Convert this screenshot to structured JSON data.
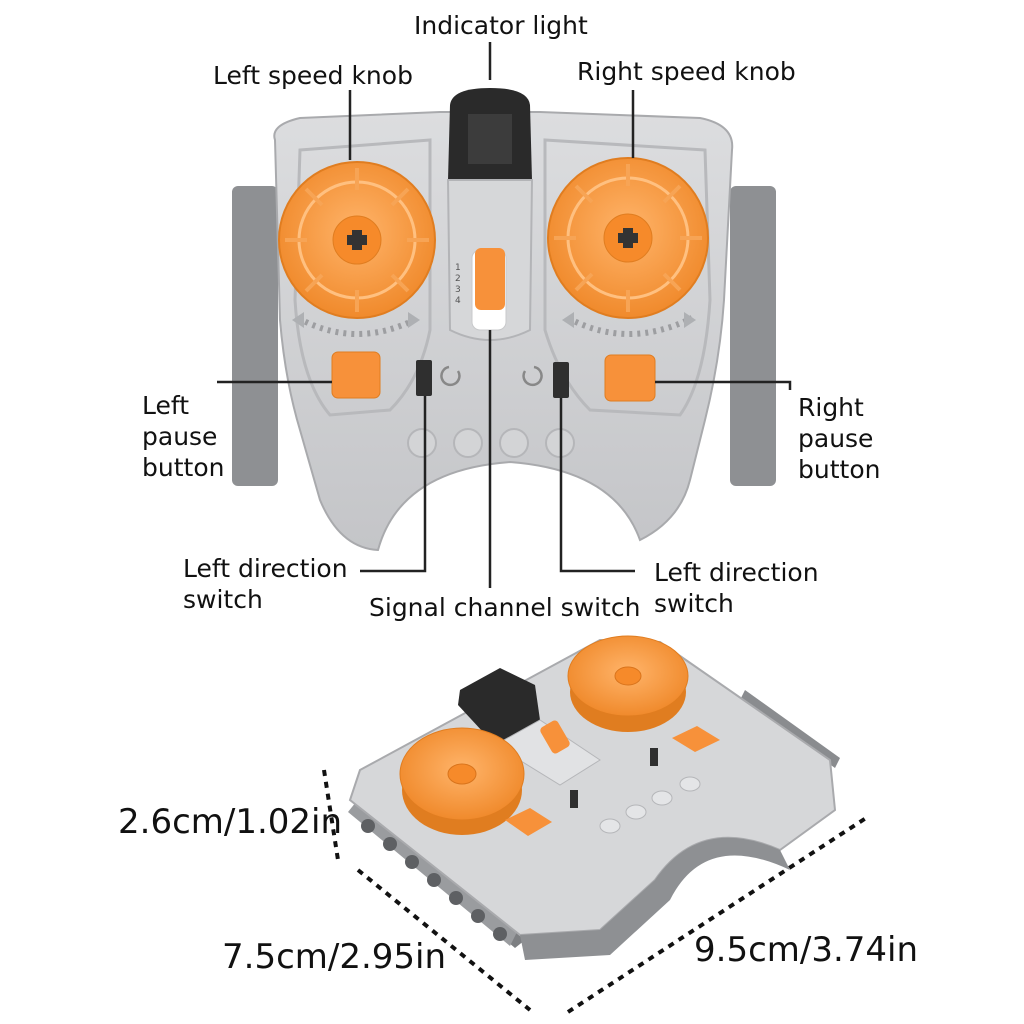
{
  "labels": {
    "indicator_light": "Indicator light",
    "left_speed_knob": "Left speed knob",
    "right_speed_knob": "Right speed knob",
    "left_pause_button": "Left\npause\nbutton",
    "right_pause_button": "Right\npause\nbutton",
    "left_direction_switch_1": "Left direction\nswitch",
    "left_direction_switch_2": "Left direction\nswitch",
    "signal_channel_switch": "Signal channel switch"
  },
  "channel_numbers": [
    "1",
    "2",
    "3",
    "4"
  ],
  "dimensions": {
    "height": "2.6cm/1.02in",
    "width": "7.5cm/2.95in",
    "length": "9.5cm/3.74in"
  },
  "colors": {
    "body_gray": "#cfd0d2",
    "side_gray": "#8e9093",
    "knob_orange": "#f89a3e",
    "indicator_black": "#2a2a2a"
  }
}
